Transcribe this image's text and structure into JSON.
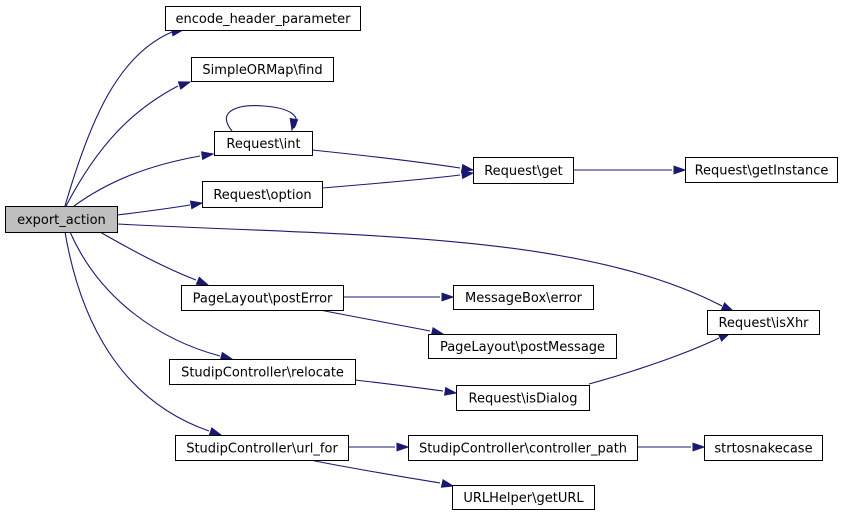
{
  "colors": {
    "edge": "#191970",
    "node_fill": "#ffffff",
    "root_fill": "#bfbfbf",
    "node_border": "#000000"
  },
  "nodes": [
    {
      "id": "export_action",
      "label": "export_action",
      "root": true
    },
    {
      "id": "encode_header_parameter",
      "label": "encode_header_parameter"
    },
    {
      "id": "simpleormap_find",
      "label": "SimpleORMap\\find"
    },
    {
      "id": "request_int",
      "label": "Request\\int"
    },
    {
      "id": "request_option",
      "label": "Request\\option"
    },
    {
      "id": "request_get",
      "label": "Request\\get"
    },
    {
      "id": "request_getinstance",
      "label": "Request\\getInstance"
    },
    {
      "id": "pagelayout_posterror",
      "label": "PageLayout\\postError"
    },
    {
      "id": "messagebox_error",
      "label": "MessageBox\\error"
    },
    {
      "id": "pagelayout_postmessage",
      "label": "PageLayout\\postMessage"
    },
    {
      "id": "request_isxhr",
      "label": "Request\\isXhr"
    },
    {
      "id": "studipcontroller_relocate",
      "label": "StudipController\\relocate"
    },
    {
      "id": "request_isdialog",
      "label": "Request\\isDialog"
    },
    {
      "id": "studipcontroller_url_for",
      "label": "StudipController\\url_for"
    },
    {
      "id": "studipcontroller_controller_path",
      "label": "StudipController\\controller_path"
    },
    {
      "id": "strtosnakecase",
      "label": "strtosnakecase"
    },
    {
      "id": "urlhelper_geturl",
      "label": "URLHelper\\getURL"
    }
  ],
  "edges": [
    {
      "from": "export_action",
      "to": "encode_header_parameter"
    },
    {
      "from": "export_action",
      "to": "simpleormap_find"
    },
    {
      "from": "export_action",
      "to": "request_int"
    },
    {
      "from": "export_action",
      "to": "request_option"
    },
    {
      "from": "export_action",
      "to": "request_isxhr"
    },
    {
      "from": "export_action",
      "to": "pagelayout_posterror"
    },
    {
      "from": "export_action",
      "to": "studipcontroller_relocate"
    },
    {
      "from": "export_action",
      "to": "studipcontroller_url_for"
    },
    {
      "from": "request_int",
      "to": "request_int"
    },
    {
      "from": "request_int",
      "to": "request_get"
    },
    {
      "from": "request_option",
      "to": "request_get"
    },
    {
      "from": "request_get",
      "to": "request_getinstance"
    },
    {
      "from": "pagelayout_posterror",
      "to": "messagebox_error"
    },
    {
      "from": "pagelayout_posterror",
      "to": "pagelayout_postmessage"
    },
    {
      "from": "studipcontroller_relocate",
      "to": "request_isdialog"
    },
    {
      "from": "request_isdialog",
      "to": "request_isxhr"
    },
    {
      "from": "studipcontroller_url_for",
      "to": "studipcontroller_controller_path"
    },
    {
      "from": "studipcontroller_url_for",
      "to": "urlhelper_geturl"
    },
    {
      "from": "studipcontroller_controller_path",
      "to": "strtosnakecase"
    }
  ]
}
